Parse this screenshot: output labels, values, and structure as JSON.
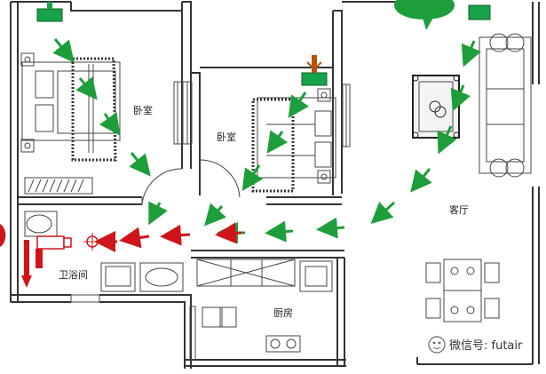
{
  "rooms": {
    "bedroom_left": "卧室",
    "bedroom_mid": "卧室",
    "living_room": "客厅",
    "bathroom": "卫浴间",
    "kitchen": "厨房"
  },
  "watermark": {
    "text": "微信号: futair",
    "icon": "wechat-icon"
  },
  "colors": {
    "supply_arrow": "#1e9e3a",
    "exhaust_arrow": "#d0151a",
    "vent": "#16a34a",
    "duct": "#d0151a"
  },
  "icons": {
    "fresh_air_vents": "vent-icon",
    "exhaust_fan": "fan-icon"
  }
}
